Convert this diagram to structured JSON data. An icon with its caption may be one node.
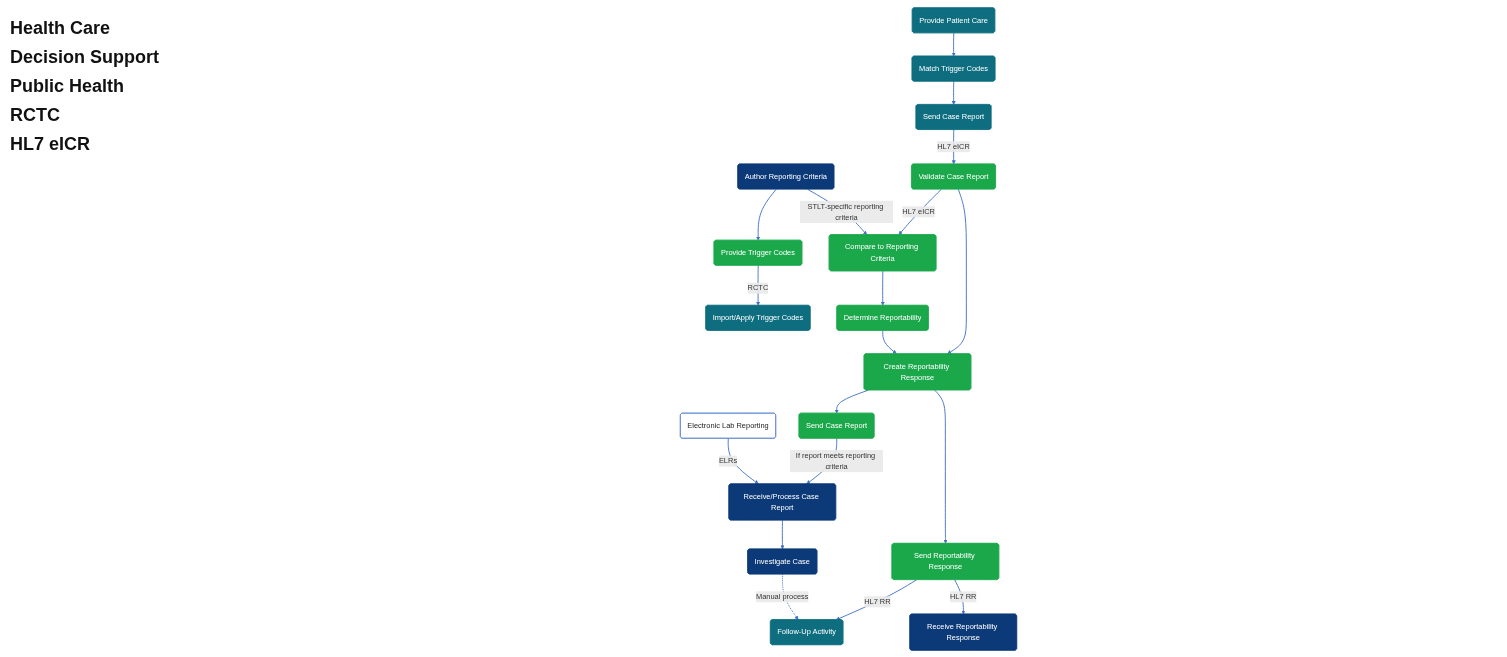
{
  "diagram": {
    "nodes": [
      {
        "text": [
          "Import/Apply Trigger Codes"
        ]
      },
      {
        "text": [
          "Provide Patient Care"
        ]
      },
      {
        "text": [
          "Match Trigger Codes"
        ]
      },
      {
        "text": [
          "Send Case Report"
        ]
      },
      {
        "text": [
          "Follow-Up Activity"
        ]
      },
      {
        "text": [
          "Validate Case Report"
        ]
      },
      {
        "text": [
          "Create Reportability Response"
        ]
      },
      {
        "text": [
          "Send Reportability Response"
        ]
      },
      {
        "text": [
          "Send Case Report"
        ]
      },
      {
        "text": [
          "Provide Trigger Codes"
        ]
      },
      {
        "text": [
          "Compare to Reporting Criteria"
        ]
      },
      {
        "text": [
          "Determine Reportability"
        ]
      },
      {
        "text": [
          "Electronic Lab Reporting"
        ]
      },
      {
        "text": [
          "Receive/Process Case Report"
        ]
      },
      {
        "text": [
          "Receive Reportability Response"
        ]
      },
      {
        "text": [
          "Author Reporting Criteria"
        ]
      },
      {
        "text": [
          "Investigate Case"
        ]
      }
    ],
    "edges": [
      {
        "from": 15,
        "to": 9,
        "arrow": "to"
      },
      {
        "from": 9,
        "to": 0,
        "arrow": "to",
        "label": "RCTC"
      },
      {
        "from": 1,
        "to": 2,
        "arrow": "to"
      },
      {
        "from": 2,
        "to": 3,
        "arrow": "to"
      },
      {
        "from": 3,
        "to": 5,
        "arrow": "to",
        "label": "HL7 eICR"
      },
      {
        "from": 5,
        "to": 10,
        "arrow": "to",
        "label": "HL7 eICR"
      },
      {
        "from": 5,
        "to": 6,
        "arrow": "to"
      },
      {
        "from": 10,
        "to": 11,
        "arrow": "to"
      },
      {
        "from": 11,
        "to": 6,
        "arrow": "to"
      },
      {
        "from": 6,
        "to": 7,
        "arrow": "to"
      },
      {
        "from": 6,
        "to": 8,
        "arrow": "to"
      },
      {
        "from": 8,
        "to": 13,
        "arrow": "to",
        "label": "If report meets reporting criteria"
      },
      {
        "from": 7,
        "to": 4,
        "arrow": "to",
        "label": "HL7 RR"
      },
      {
        "from": 7,
        "to": 14,
        "arrow": "to",
        "label": "HL7 RR"
      },
      {
        "from": 15,
        "to": 10,
        "arrow": "to",
        "label": "STLT-specific reporting criteria"
      },
      {
        "from": 12,
        "to": 13,
        "arrow": "to",
        "label": "ELRs"
      },
      {
        "from": 13,
        "to": 16,
        "arrow": "to"
      },
      {
        "from": 16,
        "to": 4,
        "arrow": "to",
        "label": "Manual process",
        "style": "dashed"
      }
    ],
    "labels": [
      "Health Care",
      "Decision Support",
      "Public Health",
      "RCTC",
      "HL7 eICR"
    ]
  }
}
